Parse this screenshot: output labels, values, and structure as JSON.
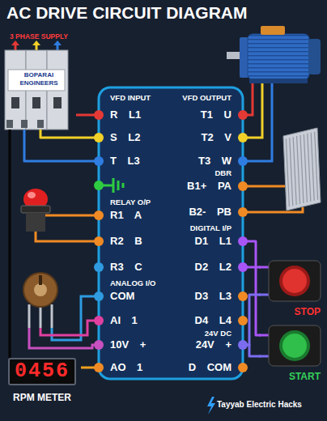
{
  "diagram": {
    "title": "AC DRIVE CIRCUIT DIAGRAM",
    "nodes": [
      {
        "text": [
          "3 PHASE SUPPLY",
          "BOPARAI ENGINEERS"
        ]
      },
      {
        "text": [
          "VFD INPUT",
          "VFD OUTPUT",
          "DBR",
          "RELAY O/P",
          "DIGITAL I/P",
          "ANALOG I/O",
          "24V DC"
        ]
      },
      {
        "text": [
          "R L1"
        ],
        "in": 1
      },
      {
        "text": [
          "S L2"
        ],
        "in": 1
      },
      {
        "text": [
          "T L3"
        ],
        "in": 1
      },
      {
        "text": [
          "R1 A"
        ],
        "in": 1
      },
      {
        "text": [
          "R2 B"
        ],
        "in": 1
      },
      {
        "text": [
          "R3 C"
        ],
        "in": 1
      },
      {
        "text": [
          "COM"
        ],
        "in": 1
      },
      {
        "text": [
          "AI 1"
        ],
        "in": 1
      },
      {
        "text": [
          "10V +"
        ],
        "in": 1
      },
      {
        "text": [
          "AO 1"
        ],
        "in": 1
      },
      {
        "text": [
          "T1 U"
        ],
        "in": 1
      },
      {
        "text": [
          "T2 V"
        ],
        "in": 1
      },
      {
        "text": [
          "T3 W"
        ],
        "in": 1
      },
      {
        "text": [
          "B1+ PA"
        ],
        "in": 1
      },
      {
        "text": [
          "B2- PB"
        ],
        "in": 1
      },
      {
        "text": [
          "D1 L1"
        ],
        "in": 1
      },
      {
        "text": [
          "D2 L2"
        ],
        "in": 1
      },
      {
        "text": [
          "D3 L3"
        ],
        "in": 1
      },
      {
        "text": [
          "D4 L4"
        ],
        "in": 1
      },
      {
        "text": [
          "24V +"
        ],
        "in": 1
      },
      {
        "text": [
          "D COM"
        ],
        "in": 1
      },
      {
        "text": [
          "STOP"
        ]
      },
      {
        "text": [
          "START"
        ]
      },
      {
        "text": [
          "0456",
          "RPM METER"
        ]
      }
    ],
    "edges": [
      {
        "from": 0,
        "to": 2,
        "arrow": "none"
      },
      {
        "from": 0,
        "to": 3,
        "arrow": "none"
      },
      {
        "from": 0,
        "to": 4,
        "arrow": "none"
      },
      {
        "from": 0,
        "to": 25,
        "arrow": "none"
      },
      {
        "from": 11,
        "to": 25,
        "arrow": "none"
      },
      {
        "from": 17,
        "to": 24,
        "arrow": "none"
      },
      {
        "from": 18,
        "to": 23,
        "arrow": "none"
      },
      {
        "from": 21,
        "to": 23,
        "arrow": "none"
      },
      {
        "from": 21,
        "to": 24,
        "arrow": "none"
      }
    ],
    "labels": [
      "Tayyab Electric Hacks"
    ]
  }
}
